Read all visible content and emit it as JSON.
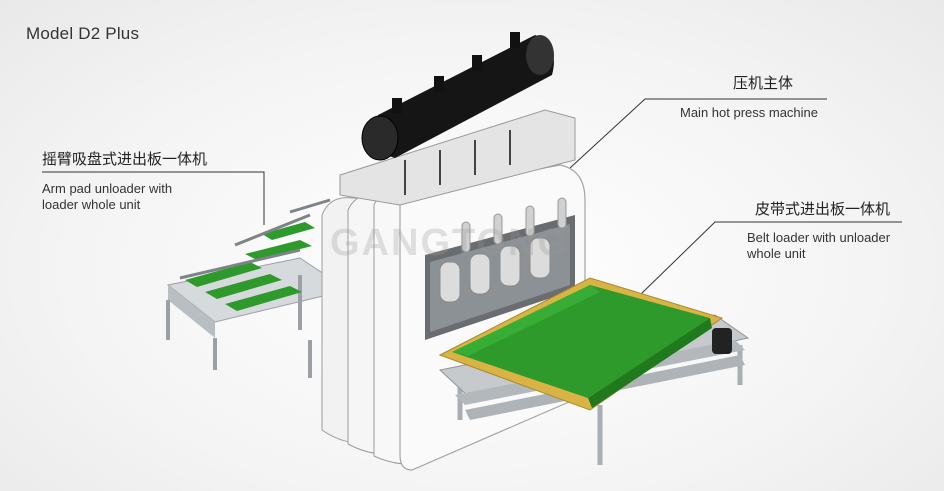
{
  "model": {
    "title": "Model D2 Plus"
  },
  "watermark": {
    "text": "GANGTONG"
  },
  "labels": {
    "arm_unit": {
      "zh": "摇臂吸盘式进出板一体机",
      "en": "Arm pad unloader with\nloader whole unit"
    },
    "main_press": {
      "zh": "压机主体",
      "en": "Main hot press machine"
    },
    "belt_unit": {
      "zh": "皮带式进出板一体机",
      "en": "Belt loader with unloader\nwhole unit"
    }
  },
  "colors": {
    "belt_green": "#2e9a2c",
    "frame_gray": "#b9bec2",
    "frame_yellow": "#d9b445",
    "tank_black": "#151515",
    "press_white": "#fafafa"
  }
}
